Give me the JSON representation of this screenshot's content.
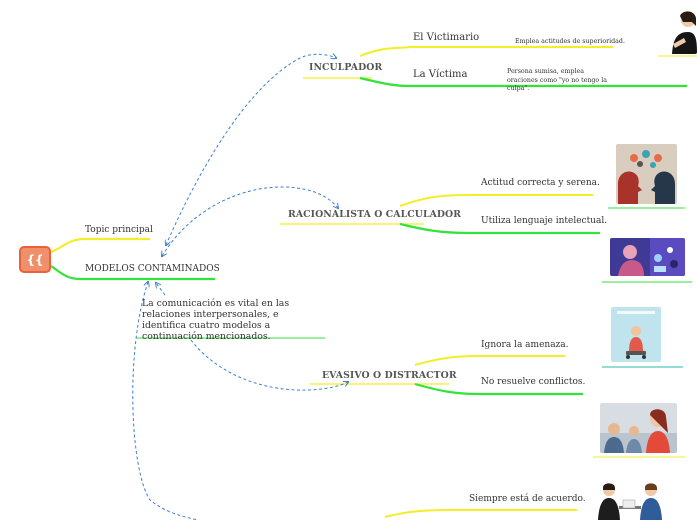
{
  "central": {
    "icon": "quote-icon",
    "glyph": "{{"
  },
  "topics": {
    "topic_principal": "Topic principal",
    "modelos": "MODELOS CONTAMINADOS",
    "description": "La comunicación es vital en las relaciones interpersonales, e identifica cuatro modelos a continuación mencionados."
  },
  "inculpador": {
    "title": "INCULPADOR",
    "victimario": "El Victimario",
    "victimario_note": "Emplea actitudes de superioridad.",
    "victima": "La Víctima",
    "victima_note": "Persona sumisa, emplea oraciones como \"yo no tengo la culpa\"."
  },
  "racionalista": {
    "title": "RACIONALISTA O CALCULADOR",
    "actitud": "Actitud correcta y serena.",
    "lenguaje": "Utiliza lenguaje intelectual."
  },
  "evasivo": {
    "title": "EVASIVO O DISTRACTOR",
    "ignora": "Ignora la amenaza.",
    "no_resuelve": "No resuelve conflictos."
  },
  "aplacador": {
    "siempre": "Siempre está de acuerdo."
  },
  "colors": {
    "yellow": "#f2ee2a",
    "green": "#33e23a",
    "teal": "#2bb8a8",
    "dash": "#3d7fd1",
    "central_fill": "#f0906b",
    "central_border": "#e8623c"
  }
}
